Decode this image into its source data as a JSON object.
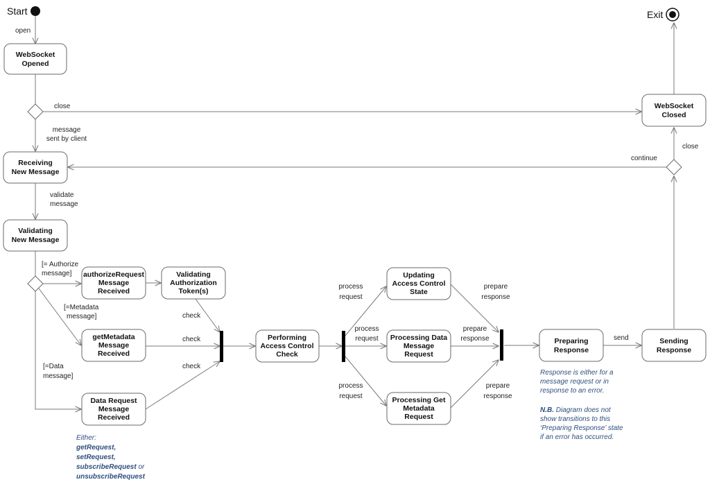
{
  "terminals": {
    "start": "Start",
    "exit": "Exit"
  },
  "states": {
    "ws_opened": [
      "WebSocket",
      "Opened"
    ],
    "ws_closed": [
      "WebSocket",
      "Closed"
    ],
    "receiving": [
      "Receiving",
      "New Message"
    ],
    "validating": [
      "Validating",
      "New Message"
    ],
    "authorize_received": [
      "authorizeRequest",
      "Message",
      "Received"
    ],
    "validating_token": [
      "Validating",
      "Authorization",
      "Token(s)"
    ],
    "getmetadata_received": [
      "getMetadata",
      "Message",
      "Received"
    ],
    "data_request_received": [
      "Data Request",
      "Message",
      "Received"
    ],
    "access_check": [
      "Performing",
      "Access Control",
      "Check"
    ],
    "updating_ac": [
      "Updating",
      "Access Control",
      "State"
    ],
    "processing_data": [
      "Processing Data",
      "Message",
      "Request"
    ],
    "processing_metadata": [
      "Processing  Get",
      "Metadata",
      "Request"
    ],
    "preparing": [
      "Preparing",
      "Response"
    ],
    "sending": [
      "Sending",
      "Response"
    ]
  },
  "transitions": {
    "open": "open",
    "close_top": "close",
    "message_sent": [
      "message",
      "sent by client"
    ],
    "validate": [
      "validate",
      "message"
    ],
    "continue": "continue",
    "close_right": "close",
    "authorize_guard": [
      "[= Authorize",
      "message]"
    ],
    "metadata_guard": [
      "[=Metadata",
      "message]"
    ],
    "data_guard": [
      "[=Data",
      "message]"
    ],
    "check_1": "check",
    "check_2": "check",
    "check_3": "check",
    "process_1": [
      "process",
      "request"
    ],
    "process_2": [
      "process",
      "request"
    ],
    "process_3": [
      "process",
      "request"
    ],
    "prepare_1": [
      "prepare",
      "response"
    ],
    "prepare_2": [
      "prepare",
      "response"
    ],
    "prepare_3": [
      "prepare",
      "response"
    ],
    "send": "send"
  },
  "notes": {
    "either_title": "Either:",
    "either_items": [
      "getRequest,",
      "setRequest,"
    ],
    "either_subscribe": "subscribeRequest",
    "either_or": " or",
    "either_unsubscribe": "unsubscribeRequest",
    "response_lines": [
      "Response is either for a",
      "message request or in",
      "response to an error."
    ],
    "nb_label": "N.B.",
    "nb_rest": " Diagram does not",
    "nb_lines": [
      "show transitions to this",
      "‘Preparing Response’ state",
      "if an error has occurred."
    ]
  }
}
